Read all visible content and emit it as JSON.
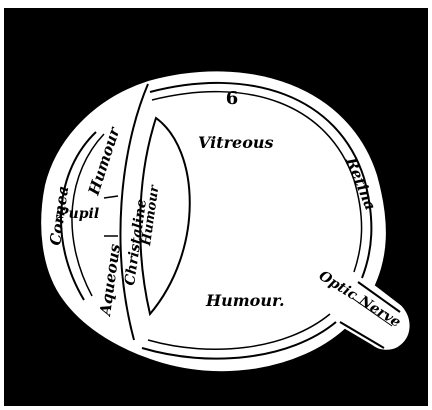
{
  "figure": {
    "number": "6",
    "labels": {
      "cornea": "Cornea",
      "aqueous": "Aqueous",
      "humour_aqueous": "Humour",
      "pupil": "Pupil",
      "crystalline": "Christaline",
      "humour_crystalline": "Humour",
      "vitreous": "Vitreous",
      "humour_vitreous": "Humour.",
      "retina": "Retina",
      "optic_nerve": "Optic Nerve"
    }
  },
  "colors": {
    "background": "#000000",
    "drawing": "#ffffff",
    "ink": "#000000",
    "page": "#ffffff"
  }
}
